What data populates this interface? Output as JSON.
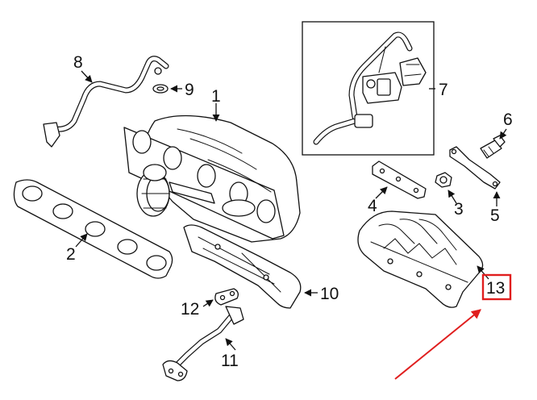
{
  "callouts": {
    "p1": "1",
    "p2": "2",
    "p3": "3",
    "p4": "4",
    "p5": "5",
    "p6": "6",
    "p7": "7",
    "p8": "8",
    "p9": "9",
    "p10": "10",
    "p11": "11",
    "p12": "12",
    "p13": "13"
  },
  "highlight": {
    "part": "13",
    "color": "#e01e1e"
  }
}
